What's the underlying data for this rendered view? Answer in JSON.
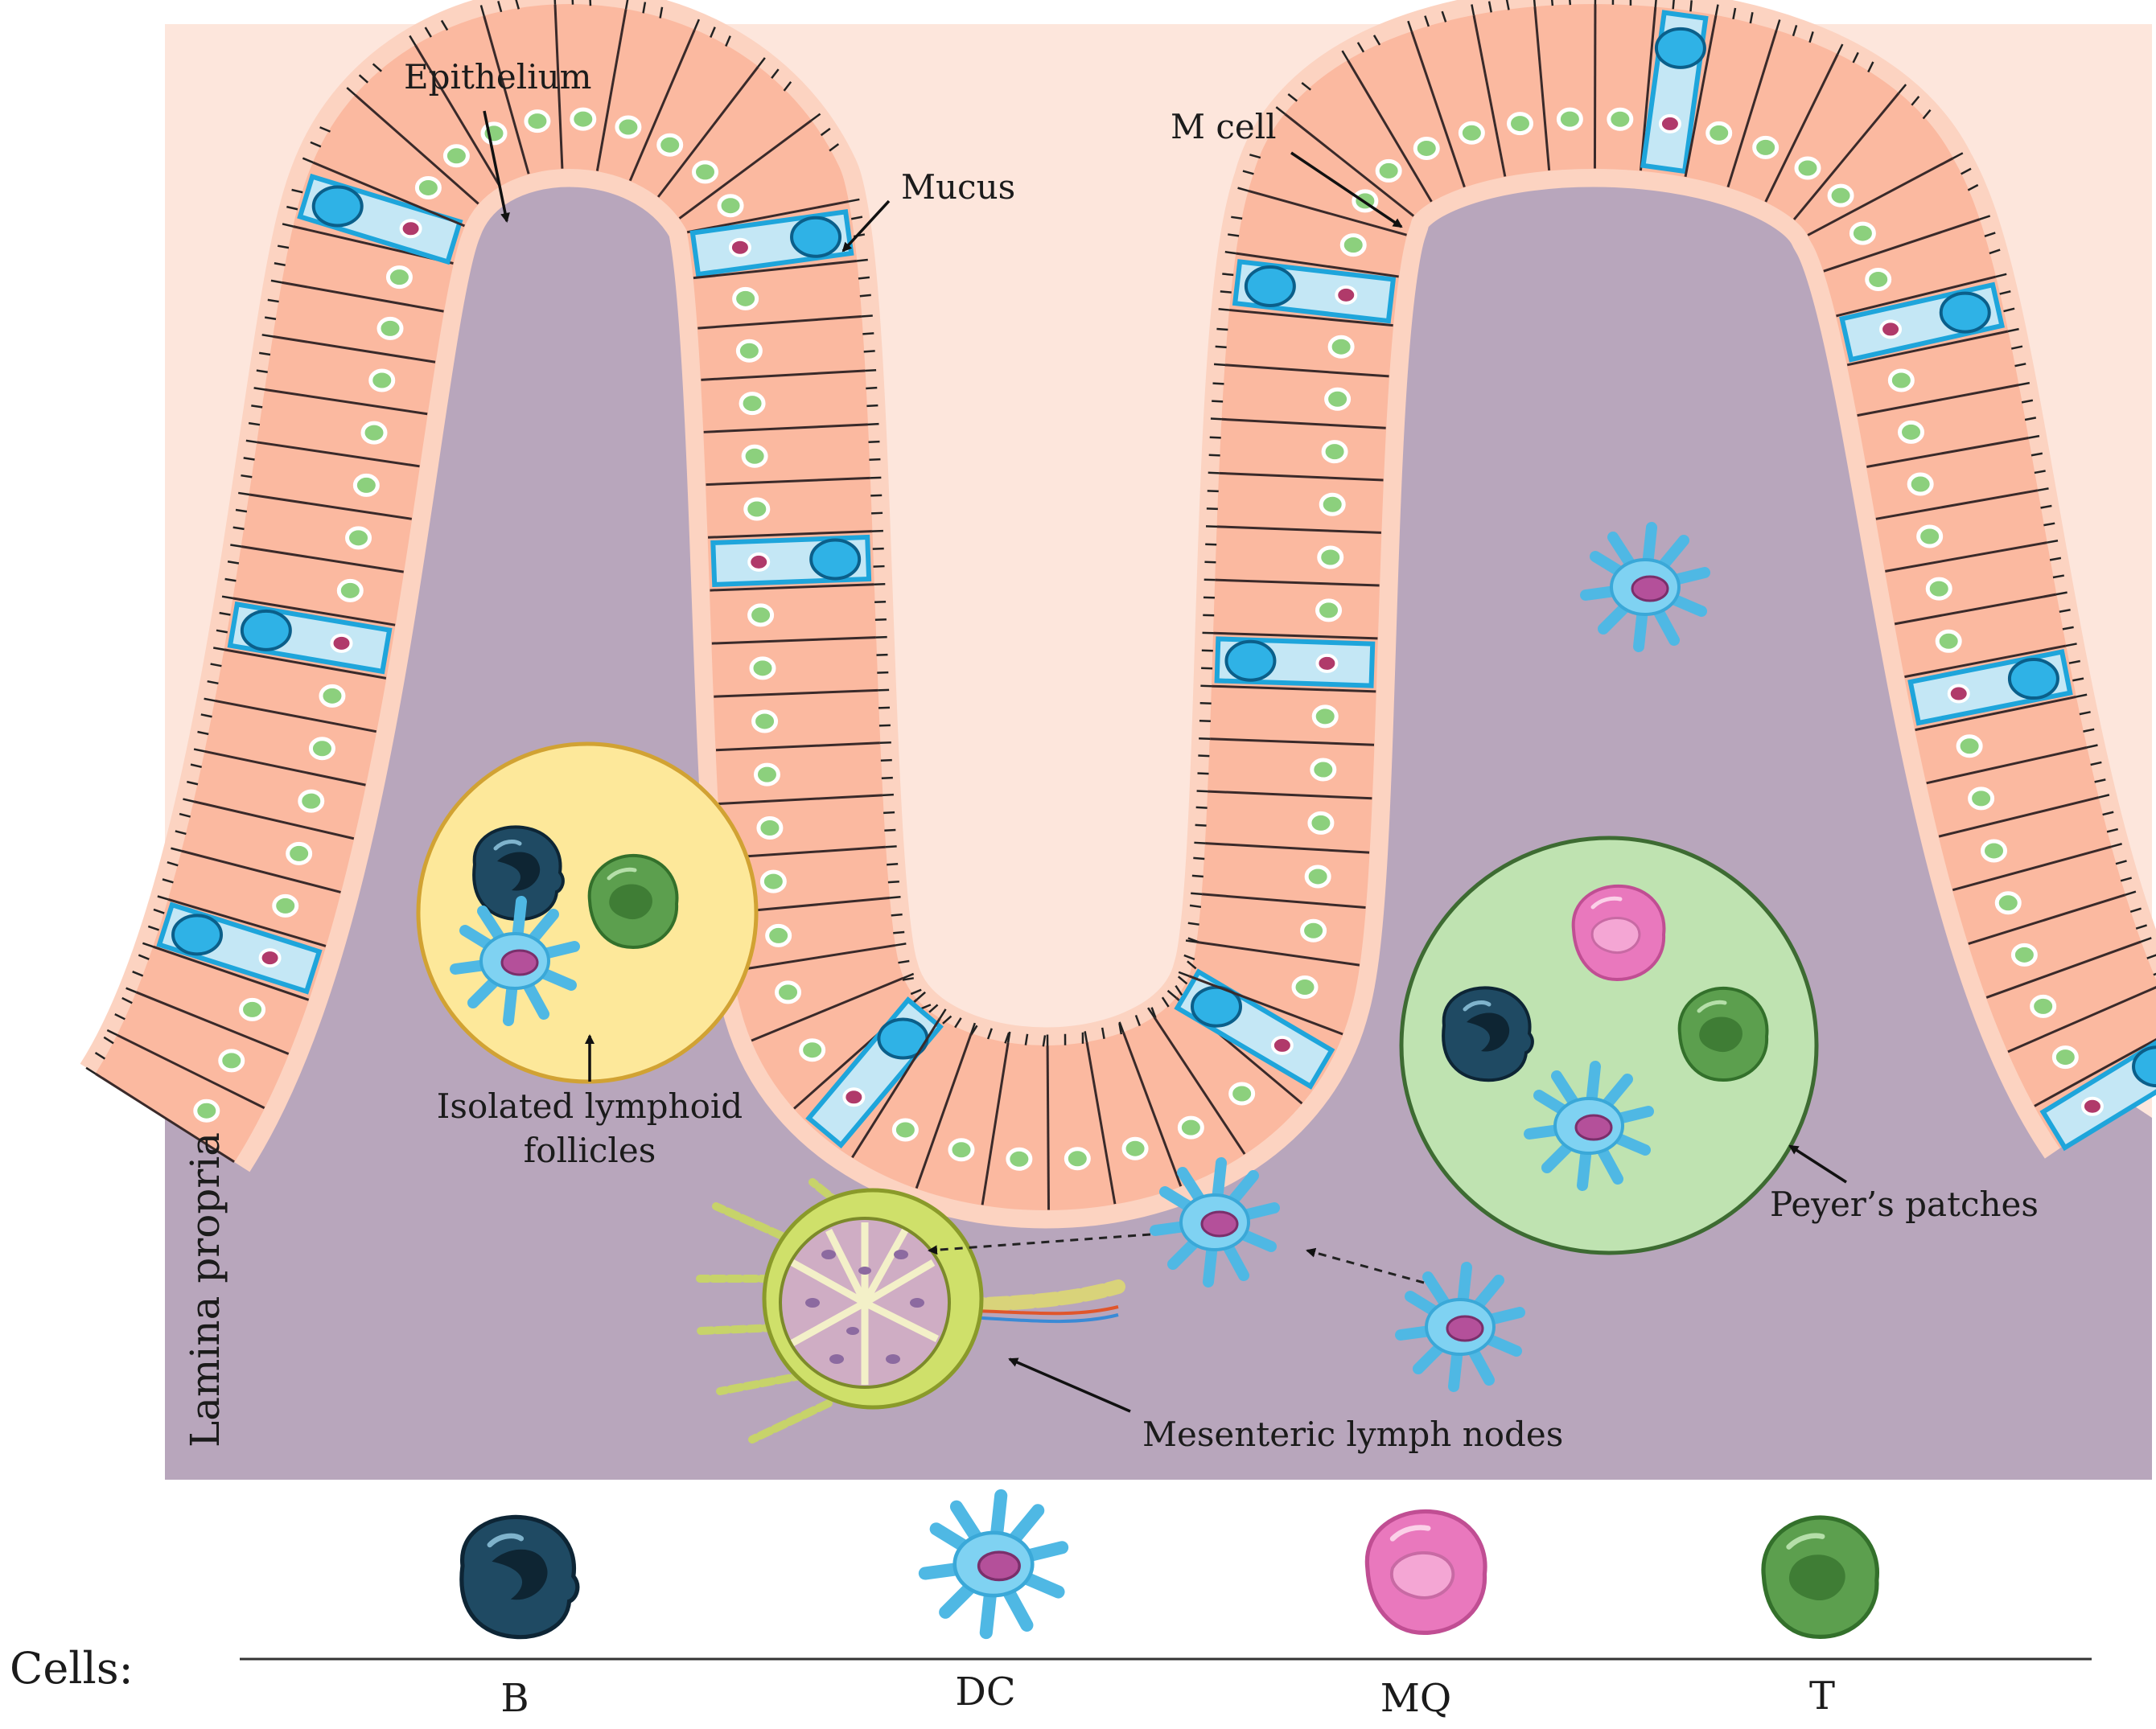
{
  "labels": {
    "epithelium": "Epithelium",
    "m_cell": "M cell",
    "mucus": "Mucus",
    "lamina_propria": "Lamina propria",
    "isolated_follicles_line1": "Isolated lymphoid",
    "isolated_follicles_line2": "follicles",
    "peyers_patches": "Peyer’s patches",
    "mesenteric_lymph_nodes": "Mesenteric lymph nodes"
  },
  "legend": {
    "title": "Cells:",
    "items": [
      {
        "label": "B",
        "icon": "b-cell-icon",
        "color": "#1f4a63"
      },
      {
        "label": "DC",
        "icon": "dendritic-cell-icon",
        "color": "#5fc3ea"
      },
      {
        "label": "MQ",
        "icon": "macrophage-icon",
        "color": "#e978bd"
      },
      {
        "label": "T",
        "icon": "t-cell-icon",
        "color": "#5c9f4e"
      }
    ]
  },
  "colors": {
    "lumen": "#fde6dc",
    "lamina_propria": "#b8a6bc",
    "enterocyte": "#fbb9a0",
    "m_cell": "#c4e7f5",
    "m_cell_border": "#1ea5db",
    "nucleus": "#8cd07d",
    "follicle_isolated": "#fde89a",
    "follicle_peyer": "#bfe3b1",
    "lymph_node": "#cfe06a"
  }
}
